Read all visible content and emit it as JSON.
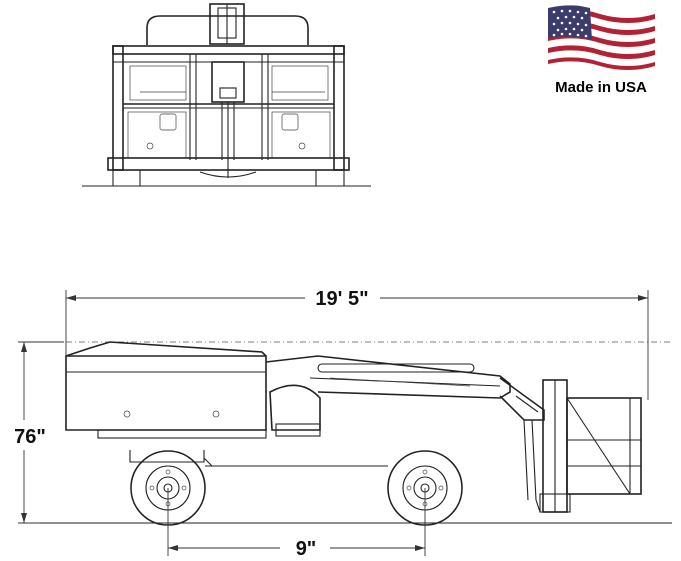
{
  "badge": {
    "text": "Made in USA",
    "flag_icon": "us-flag-icon",
    "colors": {
      "red": "#b22234",
      "white": "#ffffff",
      "blue": "#3c3b6e"
    }
  },
  "dimensions": {
    "overall_length": "19' 5\"",
    "height": "76\"",
    "wheelbase": "9\""
  }
}
